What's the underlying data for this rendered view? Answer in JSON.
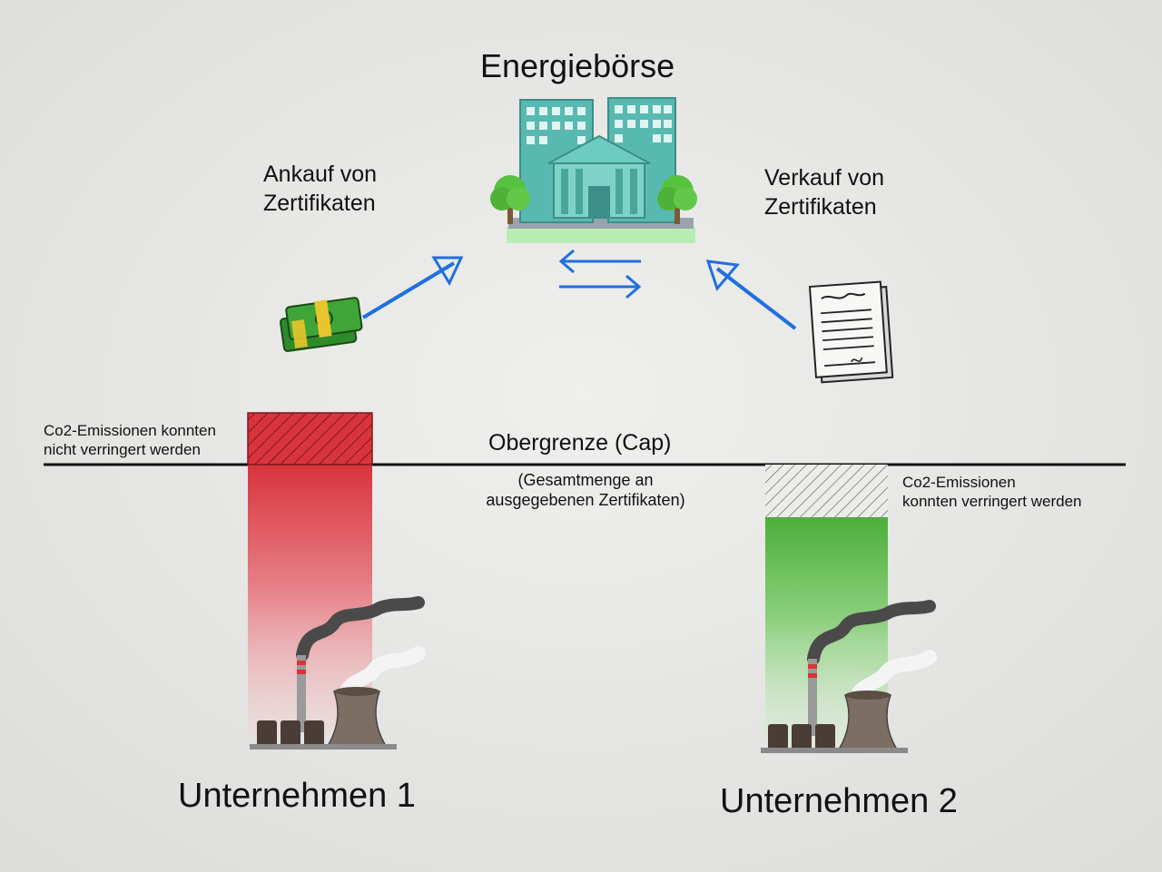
{
  "title": "Energiebörse",
  "purchase": {
    "line1": "Ankauf von",
    "line2": "Zertifikaten"
  },
  "sale": {
    "line1": "Verkauf von",
    "line2": "Zertifikaten"
  },
  "cap": {
    "label": "Obergrenze (Cap)",
    "sub_line1": "(Gesamtmenge an",
    "sub_line2": "ausgegebenen Zertifikaten)"
  },
  "company1": {
    "name": "Unternehmen 1",
    "note_line1": "Co2-Emissionen konnten",
    "note_line2": "nicht verringert werden",
    "status": "above cap",
    "bar_color": "#d9343d"
  },
  "company2": {
    "name": "Unternehmen 2",
    "note_line1": "Co2-Emissionen",
    "note_line2": "konnten verringert werden",
    "status": "below cap",
    "bar_color": "#4caf3a"
  },
  "icons": [
    "stock-exchange-building-icon",
    "money-bundle-icon",
    "certificate-document-icon",
    "power-plant-icon",
    "exchange-arrows-icon"
  ],
  "colors": {
    "arrow": "#1f6fe0",
    "tree": "#57c23f",
    "building": "#5bbfb5"
  }
}
